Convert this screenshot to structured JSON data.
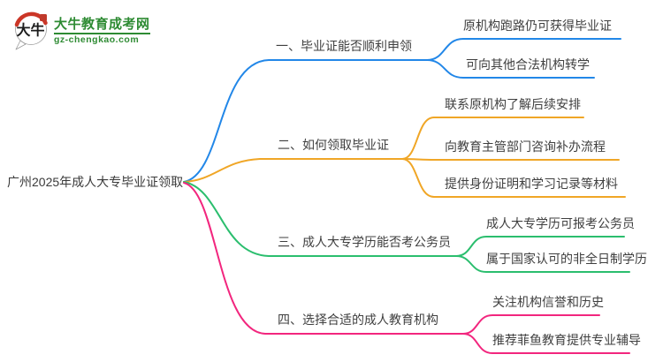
{
  "logo": {
    "icon_text": "大牛",
    "title": "大牛教育成考网",
    "domain": "gz-chengkao.com",
    "brand_green": "#2e8b33",
    "seal_red": "#c0392b"
  },
  "central": {
    "label": "广州2025年成人大专毕业证领取"
  },
  "text_color": "#3f3f3f",
  "branches": [
    {
      "label": "一、毕业证能否顺利申领",
      "color": "#2287e8",
      "children": [
        {
          "label": "原机构跑路仍可获得毕业证"
        },
        {
          "label": "可向其他合法机构转学"
        }
      ]
    },
    {
      "label": "二、如何领取毕业证",
      "color": "#f0a626",
      "children": [
        {
          "label": "联系原机构了解后续安排"
        },
        {
          "label": "向教育主管部门咨询补办流程"
        },
        {
          "label": "提供身份证明和学习记录等材料"
        }
      ]
    },
    {
      "label": "三、成人大专学历能否考公务员",
      "color": "#2bbe6e",
      "children": [
        {
          "label": "成人大专学历可报考公务员"
        },
        {
          "label": "属于国家认可的非全日制学历"
        }
      ]
    },
    {
      "label": "四、选择合适的成人教育机构",
      "color": "#f2267e",
      "children": [
        {
          "label": "关注机构信誉和历史"
        },
        {
          "label": "推荐菲鱼教育提供专业辅导"
        }
      ]
    }
  ]
}
